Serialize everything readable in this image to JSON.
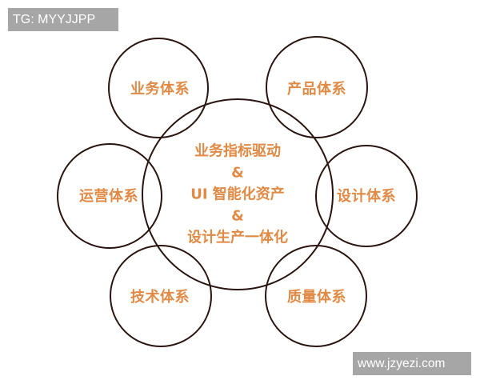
{
  "watermarks": {
    "top_left": "TG: MYYJJPP",
    "bottom_right": "www.jzyezi.com"
  },
  "diagram": {
    "center": {
      "lines": [
        "业务指标驱动",
        "&",
        "UI 智能化资产",
        "&",
        "设计生产一体化"
      ]
    },
    "nodes": [
      {
        "id": "business",
        "label": "业务体系"
      },
      {
        "id": "product",
        "label": "产品体系"
      },
      {
        "id": "operations",
        "label": "运营体系"
      },
      {
        "id": "design",
        "label": "设计体系"
      },
      {
        "id": "technology",
        "label": "技术体系"
      },
      {
        "id": "quality",
        "label": "质量体系"
      }
    ],
    "colors": {
      "text": "#e08a45",
      "stroke": "#2a1410",
      "watermark_bg": "#a6a6a6"
    }
  }
}
